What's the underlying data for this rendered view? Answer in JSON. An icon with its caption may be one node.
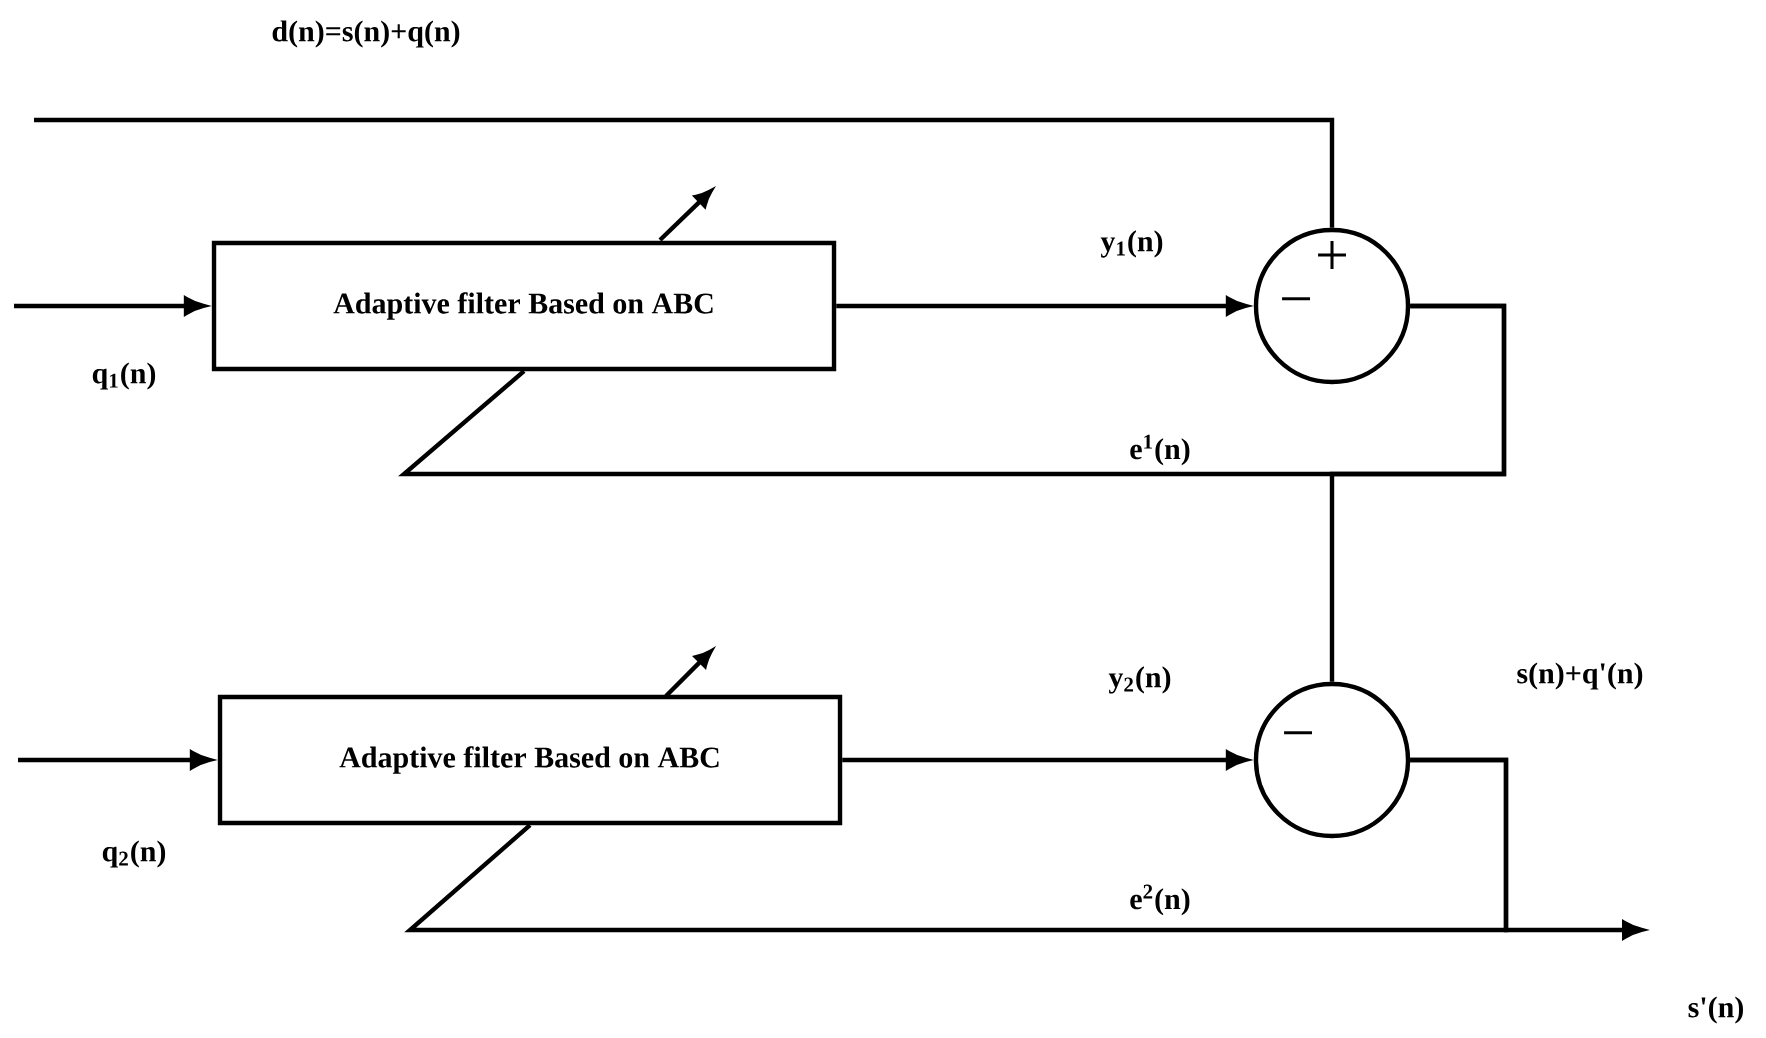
{
  "diagram": {
    "nodes": [
      {
        "text": [
          "Adaptive filter Based on ABC"
        ]
      },
      {
        "text": [
          "+",
          "−"
        ]
      },
      {
        "text": [
          "Adaptive filter Based on ABC"
        ]
      },
      {
        "text": [
          "−"
        ]
      }
    ],
    "edges": [
      {
        "from": null,
        "to": 1,
        "arrow": "none",
        "label": "d(n)=s(n)+q(n)"
      },
      {
        "from": null,
        "to": 0,
        "arrow": "to",
        "label": "q$_{1}$(n)"
      },
      {
        "from": 0,
        "to": 1,
        "arrow": "to",
        "label": "y$_{1}$(n)"
      },
      {
        "from": 1,
        "to": 0,
        "arrow": "none",
        "label": "e$^{1}$(n)"
      },
      {
        "from": 1,
        "to": 3,
        "arrow": "none"
      },
      {
        "from": null,
        "to": 2,
        "arrow": "to",
        "label": "q$_{2}$(n)"
      },
      {
        "from": 2,
        "to": 3,
        "arrow": "to",
        "label": "y$_{2}$(n)"
      },
      {
        "from": 3,
        "to": 2,
        "arrow": "none",
        "label": "e$^{2}$(n)"
      },
      {
        "from": 3,
        "to": null,
        "arrow": "to",
        "label": "s'(n)"
      }
    ],
    "labels": [
      "s(n)+q'(n)"
    ]
  }
}
